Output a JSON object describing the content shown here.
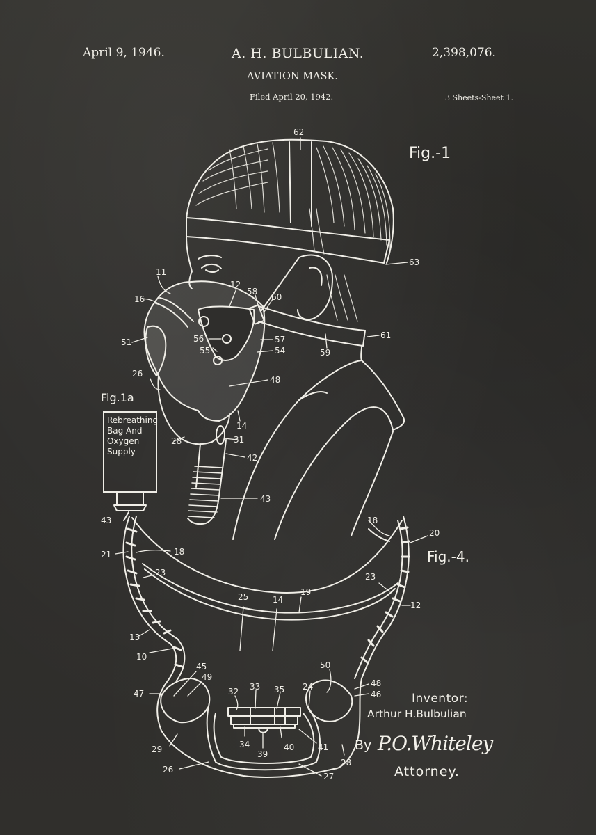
{
  "header": {
    "issue_date": "April 9, 1946.",
    "inventor_short": "A. H. BULBULIAN.",
    "patent_number": "2,398,076.",
    "title": "AVIATION MASK.",
    "filed": "Filed April 20, 1942.",
    "sheets": "3 Sheets-Sheet 1."
  },
  "figures": {
    "fig1_label": "Fig.-1",
    "fig1a_label": "Fig.1a",
    "fig4_label": "Fig.-4."
  },
  "fig1a_box": {
    "lines": [
      "Rebreathing",
      "Bag And",
      "Oxygen",
      "Supply"
    ]
  },
  "signature_block": {
    "inventor_label": "Inventor:",
    "inventor_name": "Arthur H.Bulbulian",
    "by_label": "By",
    "attorney_signature": "P.O.Whiteley",
    "attorney_label": "Attorney."
  },
  "fig1_references": [
    "62",
    "63",
    "11",
    "12",
    "16",
    "58",
    "60",
    "51",
    "56",
    "57",
    "55",
    "54",
    "61",
    "59",
    "26",
    "48",
    "14",
    "28",
    "31",
    "42",
    "43"
  ],
  "fig4_references": [
    "43",
    "18",
    "21",
    "23",
    "20",
    "25",
    "14",
    "19",
    "12",
    "13",
    "10",
    "45",
    "49",
    "50",
    "48",
    "46",
    "47",
    "32",
    "33",
    "35",
    "24",
    "29",
    "34",
    "39",
    "40",
    "41",
    "28",
    "26",
    "27"
  ],
  "colors": {
    "board": "#2f2e2c",
    "chalk": "#f0eee7"
  }
}
